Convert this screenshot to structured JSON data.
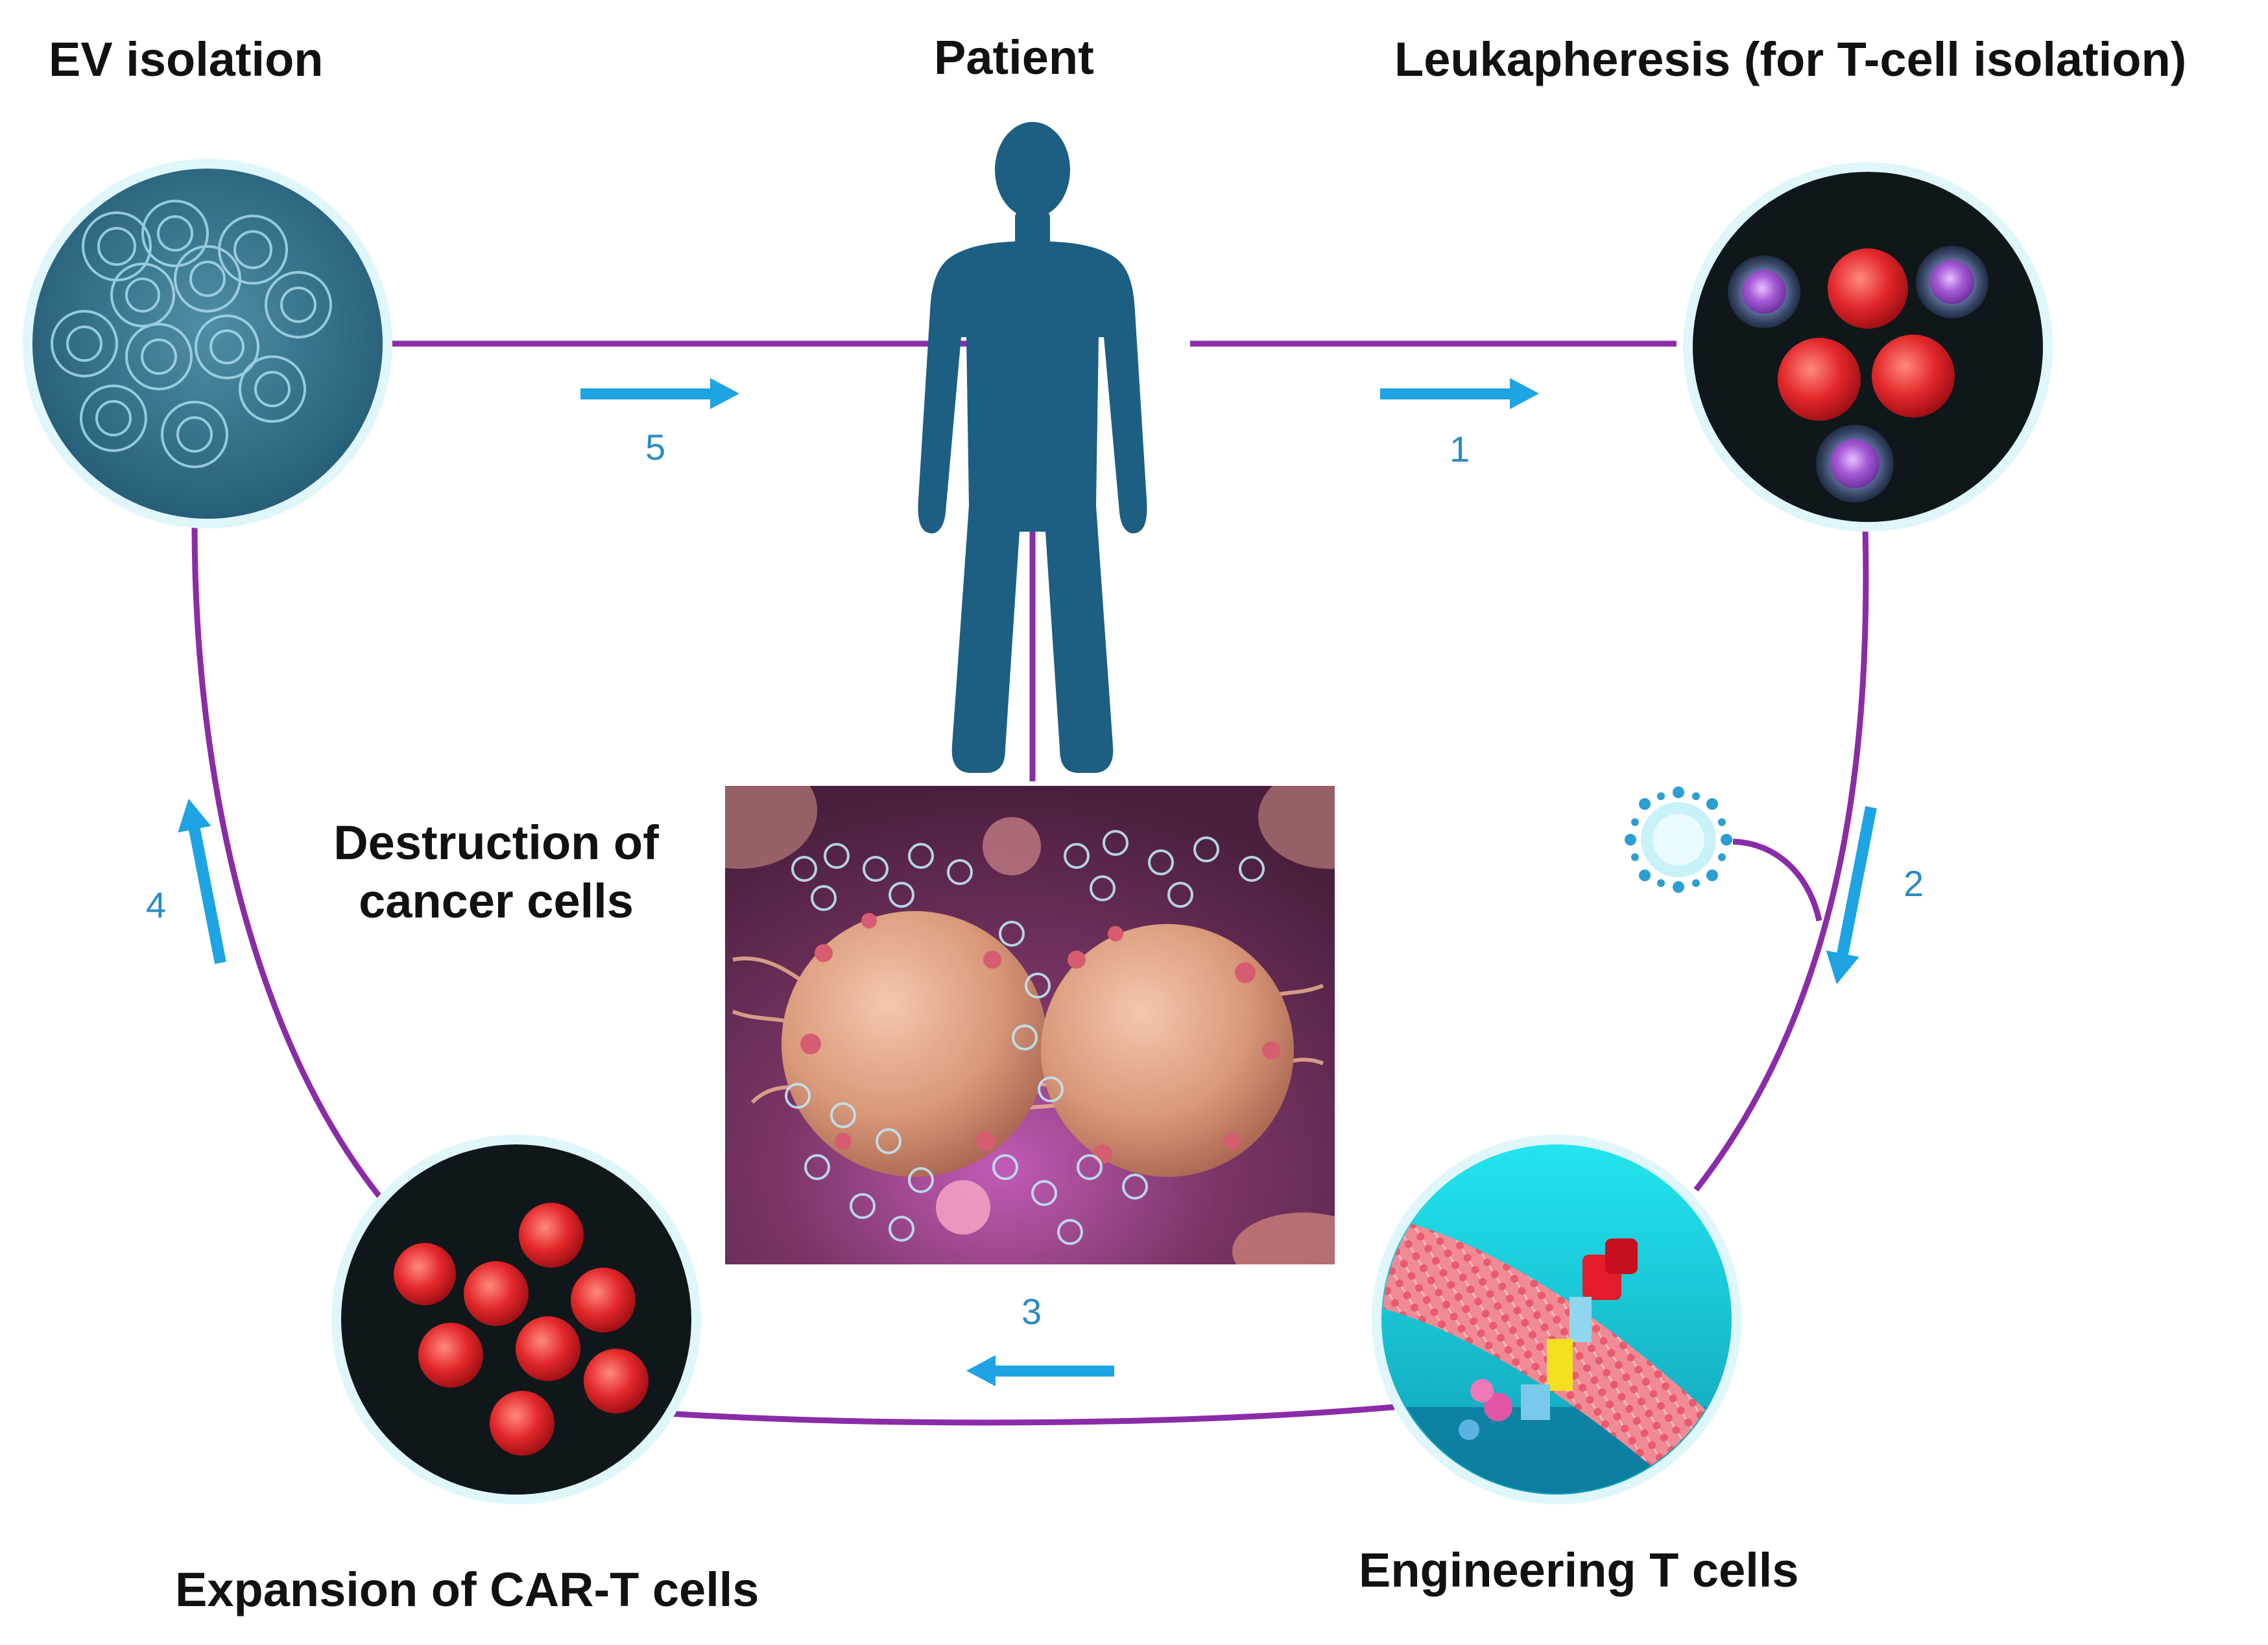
{
  "labels": {
    "ev_isolation": "EV isolation",
    "patient": "Patient",
    "leukapheresis": "Leukapheresis (for T-cell isolation)",
    "destruction_line1": "Destruction of",
    "destruction_line2": "cancer cells",
    "expansion": "Expansion of CAR-T cells",
    "engineering": "Engineering T cells"
  },
  "steps": [
    "1",
    "2",
    "3",
    "4",
    "5"
  ],
  "colors": {
    "connector": "#8a2ca8",
    "arrow": "#1ea3e3",
    "step_number": "#2a8bc4",
    "patient_figure": "#1d5f82",
    "ev_circle_bg": "#2f6c86",
    "dark_circle_bg": "#0f171a",
    "circle_ring": "#bfeef6",
    "t_cell_red": "#e3282b",
    "t_cell_purple": "#a55ad6",
    "membrane_pink": "#ef6f7d",
    "cancer_scene_bg": "#5f2a4f",
    "cancer_cell": "#e0a486"
  }
}
